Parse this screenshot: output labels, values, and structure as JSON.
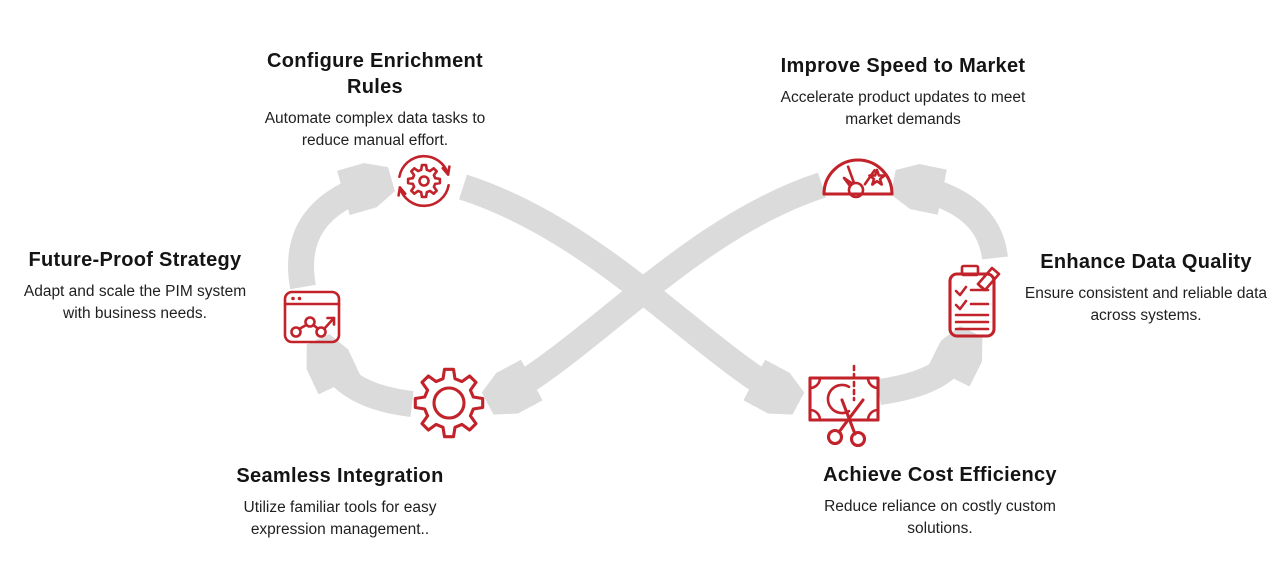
{
  "diagram": {
    "type": "infinity-loop-cycle",
    "colors": {
      "accent_red": "#C2222A",
      "arrow_gray": "#DBDBDB",
      "text_dark": "#141414"
    },
    "flow_order": [
      "future-proof-strategy",
      "configure-enrichment-rules",
      "achieve-cost-efficiency",
      "enhance-data-quality",
      "improve-speed-to-market",
      "seamless-integration"
    ],
    "nodes": [
      {
        "id": "configure-enrichment-rules",
        "icon": "sync-gear-icon",
        "title": "Configure Enrichment\nRules",
        "desc": "Automate complex data tasks to\nreduce manual effort."
      },
      {
        "id": "improve-speed-to-market",
        "icon": "speedometer-star-icon",
        "title": "Improve Speed to Market",
        "desc": "Accelerate product updates to meet\nmarket demands"
      },
      {
        "id": "future-proof-strategy",
        "icon": "browser-chart-icon",
        "title": "Future-Proof Strategy",
        "desc": "Adapt and scale the PIM system\nwith business needs."
      },
      {
        "id": "enhance-data-quality",
        "icon": "checklist-pencil-icon",
        "title": "Enhance Data Quality",
        "desc": "Ensure consistent and reliable data\nacross systems."
      },
      {
        "id": "seamless-integration",
        "icon": "gear-icon",
        "title": "Seamless Integration",
        "desc": "Utilize familiar tools for easy\nexpression management.."
      },
      {
        "id": "achieve-cost-efficiency",
        "icon": "money-scissors-icon",
        "title": "Achieve Cost Efficiency",
        "desc": "Reduce reliance on costly custom\nsolutions."
      }
    ]
  }
}
